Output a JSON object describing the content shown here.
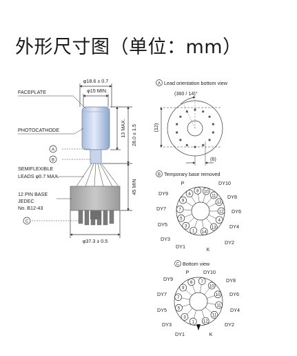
{
  "title": "外形尺寸图（单位：mm）",
  "side_view": {
    "faceplate_label": "FACEPLATE",
    "photocathode_label": "PHOTOCATHODE",
    "marker_a": "A",
    "marker_b": "B",
    "marker_c": "C",
    "leads_label_1": "SEMIFLEXIBLE",
    "leads_label_2": "LEADS φ0.7 MAX.",
    "base_label_1": "12 PIN BASE",
    "base_label_2": "JEDEC",
    "base_label_3": "No. B12-43",
    "dim_top_diameter": "φ18.6 ± 0.7",
    "dim_min_diameter": "φ15 MIN.",
    "dim_13max": "13 MAX.",
    "dim_28": "28.0 ± 1.5",
    "dim_45min": "45 MIN",
    "dim_bottom_diameter": "φ37.3 ± 0.5"
  },
  "view_a": {
    "marker": "A",
    "title": "Lead orientation bottom view",
    "angle_label": "(360 / 14)°",
    "dim_12": "(12)",
    "dim_6": "(6)"
  },
  "view_b": {
    "marker": "B",
    "title": "Temporary base removed",
    "pin_labels": {
      "p": "P",
      "dy10": "DY10",
      "dy9": "DY9",
      "dy8": "DY8",
      "dy7": "DY7",
      "dy6": "DY6",
      "dy5": "DY5",
      "dy4": "DY4",
      "dy3": "DY3",
      "dy2": "DY2",
      "dy1": "DY1",
      "k": "K"
    },
    "pin_numbers": [
      "1",
      "2",
      "3",
      "4",
      "5",
      "6",
      "7",
      "8",
      "9",
      "10",
      "11",
      "12",
      "13",
      "14"
    ]
  },
  "view_c": {
    "marker": "C",
    "title": "Bottom view",
    "pin_labels": {
      "p": "P",
      "dy10": "DY10",
      "dy9": "DY9",
      "dy8": "DY8",
      "dy7": "DY7",
      "dy6": "DY6",
      "dy5": "DY5",
      "dy4": "DY4",
      "dy3": "DY3",
      "dy2": "DY2",
      "dy1": "DY1",
      "k": "K"
    },
    "pin_numbers": [
      "1",
      "2",
      "3",
      "4",
      "5",
      "6",
      "7",
      "8",
      "9",
      "10",
      "11",
      "12"
    ]
  },
  "colors": {
    "tube_light": "#d6e1f3",
    "tube_dark": "#8fa6cf",
    "base_gray": "#b3b3b3",
    "base_dark": "#8a8a8a",
    "pin_gray": "#7b7b7b",
    "line": "#333333"
  }
}
